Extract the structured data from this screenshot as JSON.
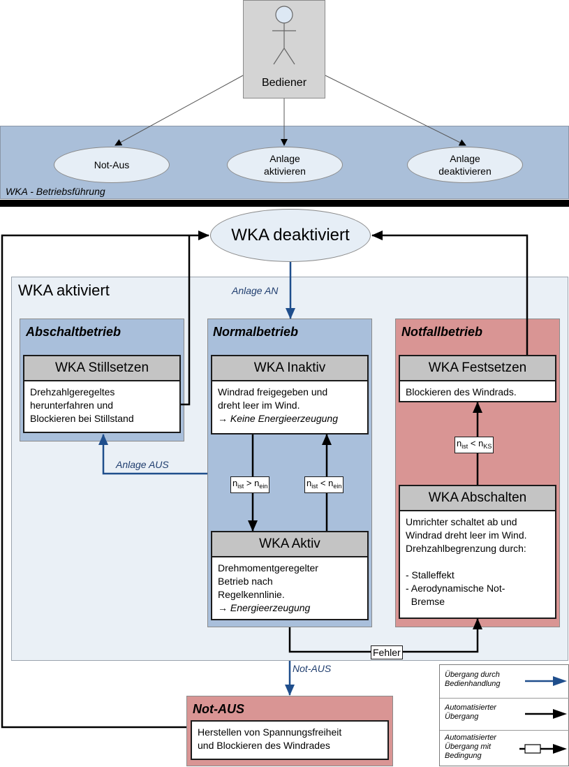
{
  "actor": {
    "label": "Bediener",
    "icon": "stick-figure-icon"
  },
  "use_case_band": {
    "label": "WKA - Betriebsführung",
    "use_cases": [
      {
        "label": "Not-Aus"
      },
      {
        "label": "Anlage\naktivieren"
      },
      {
        "label": "Anlage\ndeaktivieren"
      }
    ]
  },
  "state_deactivated": {
    "label": "WKA deaktiviert"
  },
  "active_region": {
    "title": "WKA aktiviert"
  },
  "groups": {
    "abschalt": {
      "title": "Abschaltbetrieb",
      "state": {
        "title": "WKA Stillsetzen",
        "lines": [
          "Drehzahlgeregeltes",
          "herunterfahren und",
          "Blockieren bei Stillstand"
        ]
      }
    },
    "normal": {
      "title": "Normalbetrieb",
      "inaktiv": {
        "title": "WKA Inaktiv",
        "lines": [
          "Windrad freigegeben und",
          "dreht leer im Wind."
        ],
        "arrow": "→",
        "result": "Keine Energieerzeugung"
      },
      "aktiv": {
        "title": "WKA Aktiv",
        "lines": [
          "Drehmomentgeregelter",
          "Betrieb nach",
          "Regelkennlinie."
        ],
        "arrow": "→",
        "result": "Energieerzeugung"
      }
    },
    "notfall": {
      "title": "Notfallbetrieb",
      "festsetzen": {
        "title": "WKA Festsetzen",
        "lines": [
          "Blockieren des Windrads."
        ]
      },
      "abschalten": {
        "title": "WKA Abschalten",
        "lines": [
          "Umrichter schaltet ab und",
          "Windrad dreht leer im Wind.",
          "Drehzahlbegrenzung durch:",
          "",
          "- Stalleffekt",
          "- Aerodynamische Not-",
          "  Bremse"
        ]
      }
    },
    "notaus": {
      "title": "Not-AUS",
      "lines": [
        "Herstellen von Spannungsfreiheit",
        "und Blockieren des Windrades"
      ]
    }
  },
  "conditions": {
    "to_aktiv": {
      "n": "n",
      "sub1": "ist",
      "op": ">",
      "sub2": "ein"
    },
    "to_inaktiv": {
      "n": "n",
      "sub1": "ist",
      "op": "<",
      "sub2": "ein"
    },
    "to_festsetzen": {
      "n": "n",
      "sub1": "ist",
      "op": "<",
      "sub2": "KS"
    },
    "fehler": "Fehler"
  },
  "transition_labels": {
    "anlage_an": "Anlage AN",
    "anlage_aus": "Anlage AUS",
    "not_aus": "Not-AUS"
  },
  "legend": {
    "rows": [
      {
        "text": "Übergang durch\nBedienhandlung",
        "symbol": "operator-transition-arrow"
      },
      {
        "text": "Automatisierter\nÜbergang",
        "symbol": "automatic-transition-arrow"
      },
      {
        "text": "Automatisierter\nÜbergang mit\nBedingung",
        "symbol": "conditional-transition-arrow"
      }
    ]
  },
  "colors": {
    "operator_transition": "#1f4e8c",
    "automatic_transition": "#000000",
    "blue_group": "#a9bfdb",
    "red_group": "#d99594",
    "state_header": "#c4c4c4"
  }
}
